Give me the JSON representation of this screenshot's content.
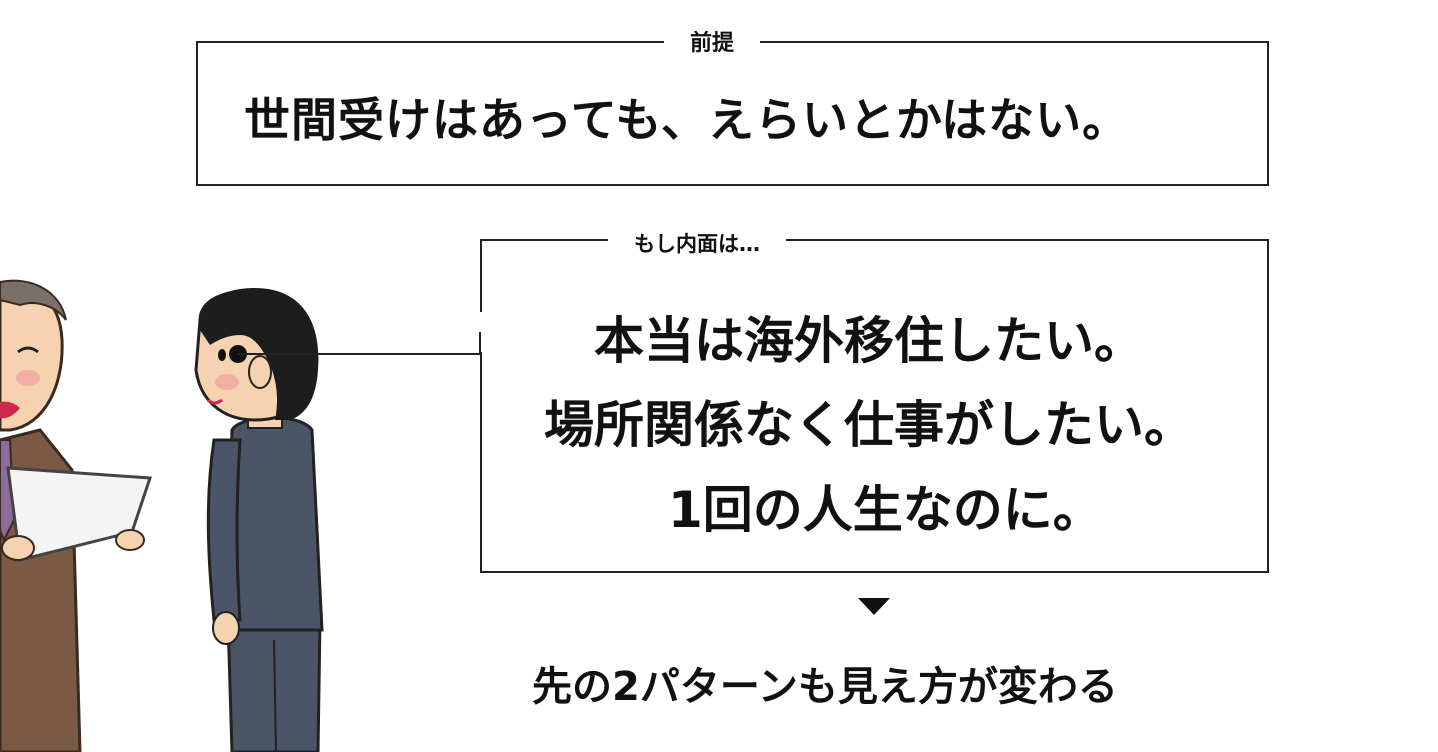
{
  "premise": {
    "label": "前提",
    "statement": "世間受けはあっても、えらいとかはない。"
  },
  "inner": {
    "label": "もし内面は…",
    "lines": [
      "本当は海外移住したい。",
      "場所関係なく仕事がしたい。",
      "1回の人生なのに。"
    ]
  },
  "conclusion": "先の2パターンも見え方が変わる",
  "colors": {
    "frame": "#222222",
    "suit_gray": "#4a5667",
    "suit_brown": "#7a5a44",
    "skin": "#f6d3b0",
    "hair": "#1d1d1d"
  }
}
